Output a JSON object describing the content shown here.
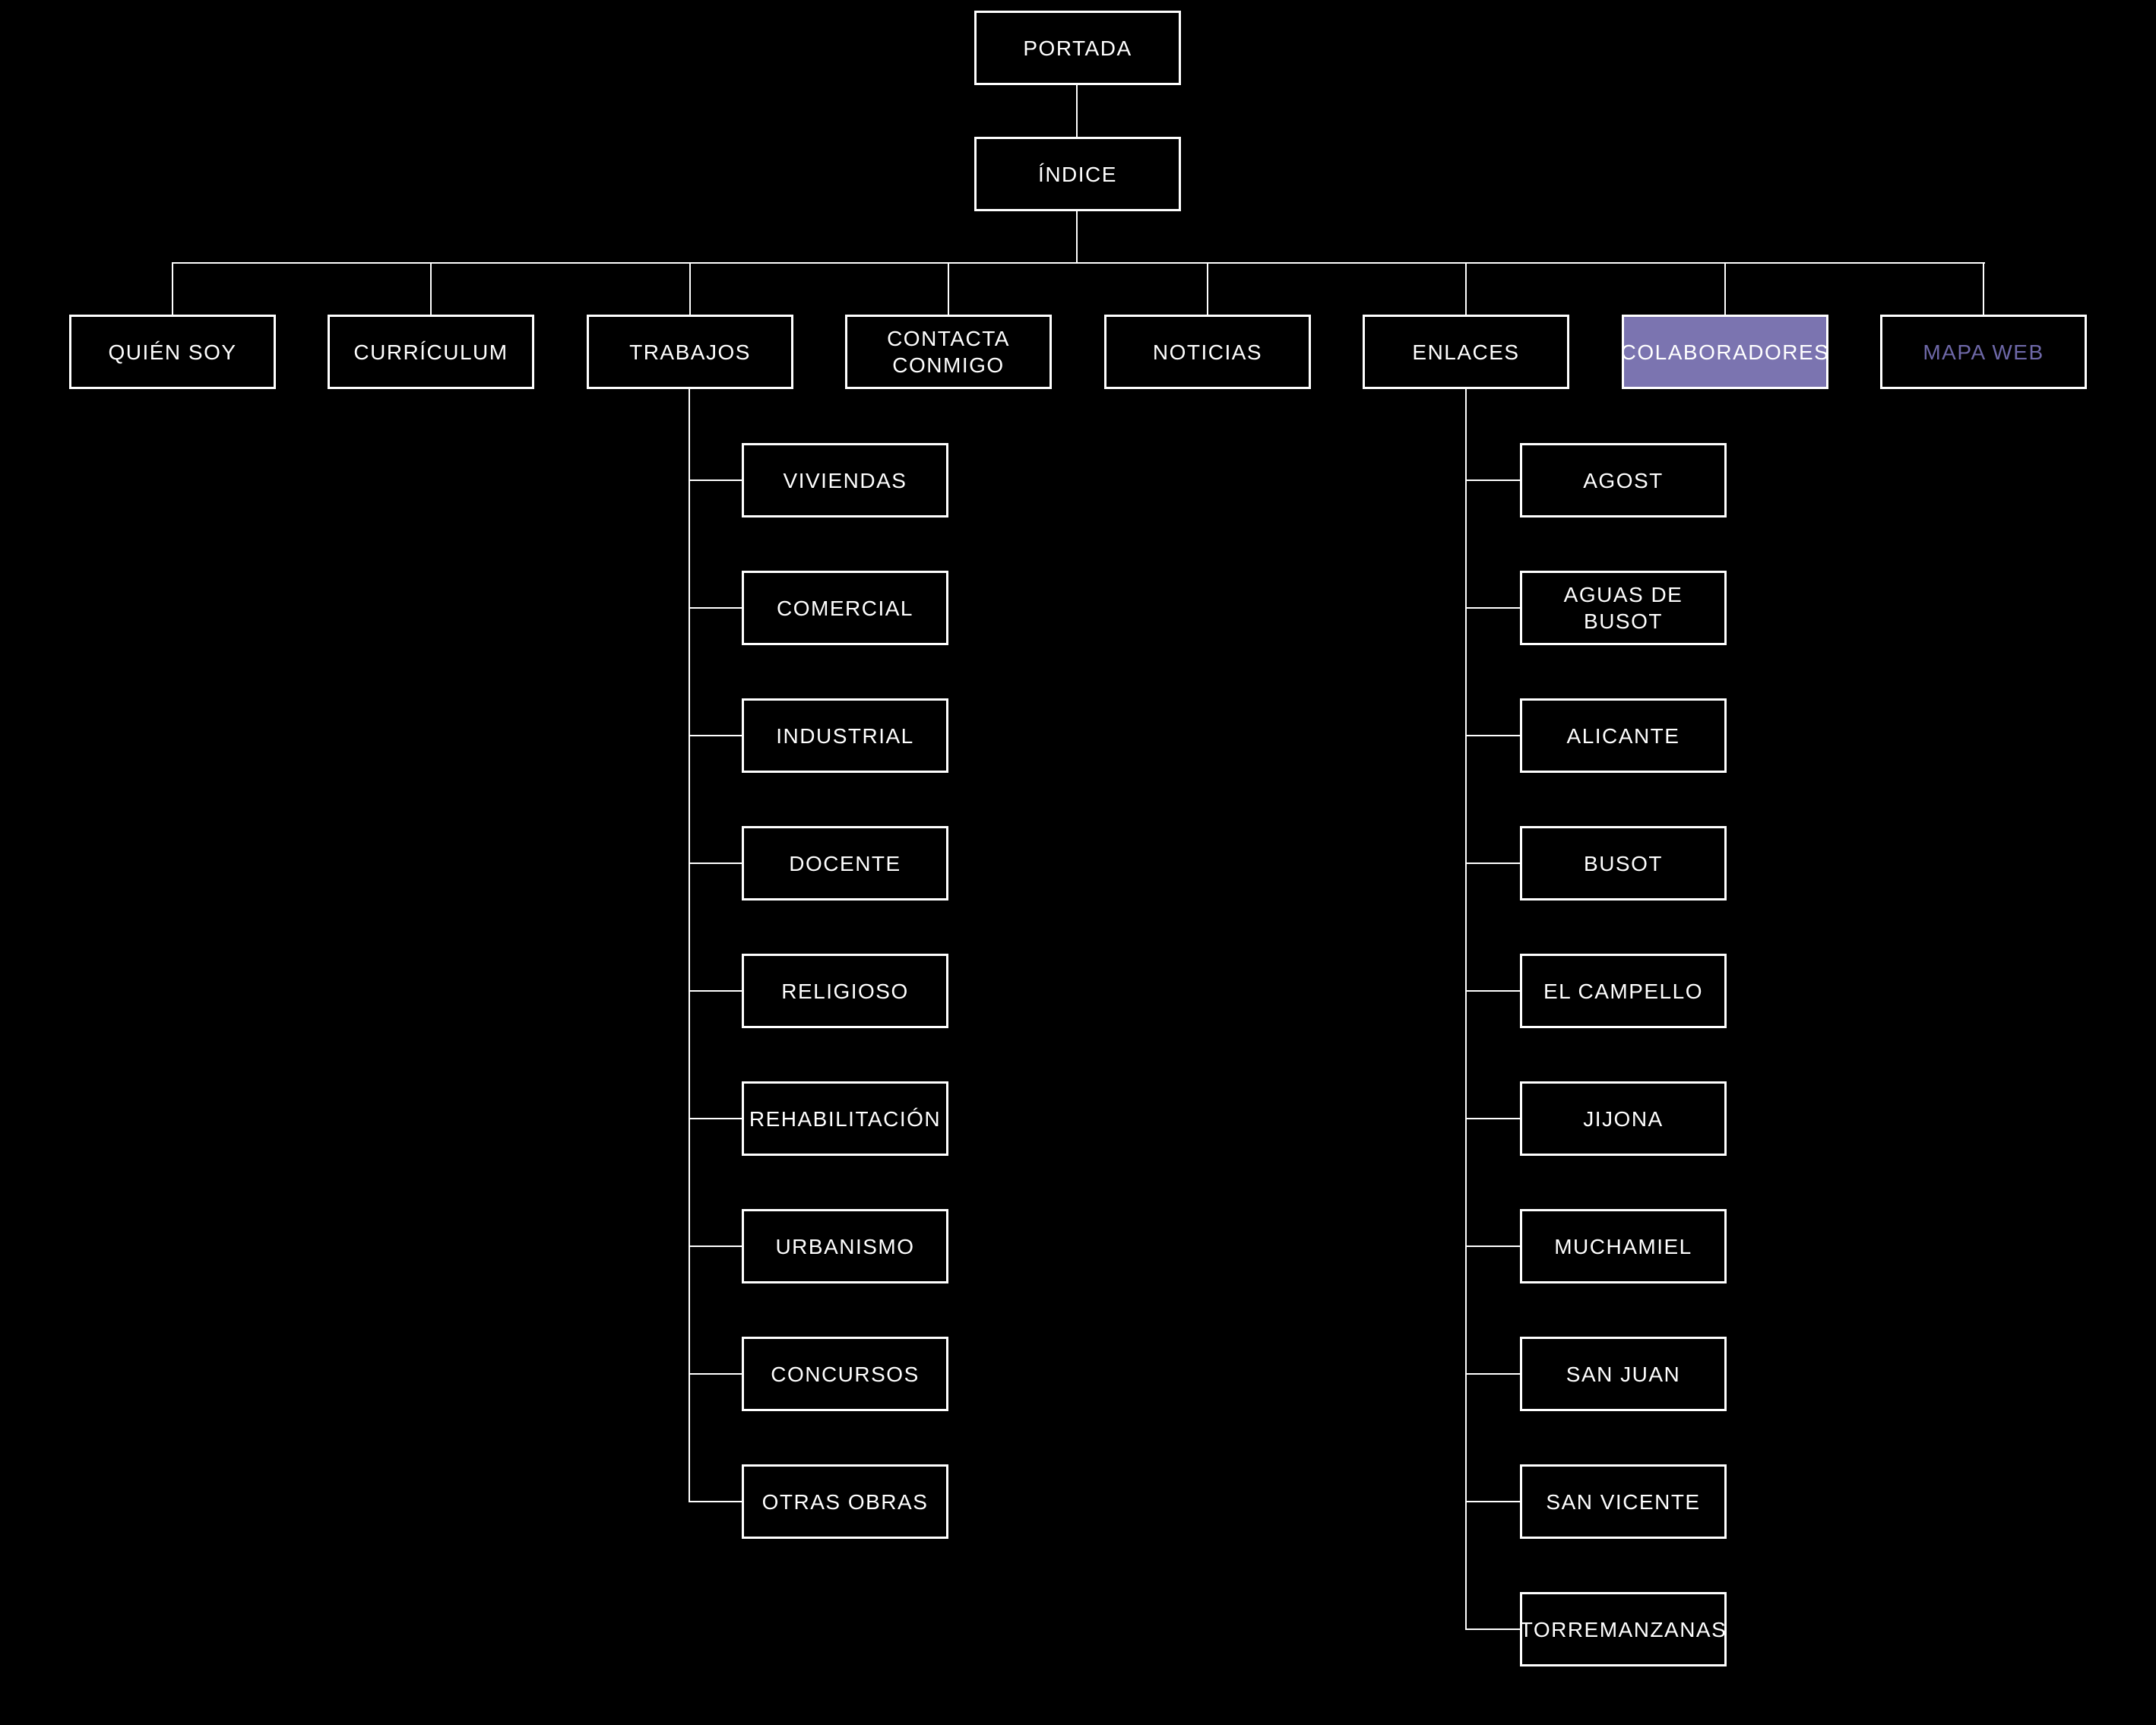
{
  "diagram": {
    "title_semantic": "site map tree",
    "root": "PORTADA",
    "index": "ÍNDICE",
    "main": [
      "QUIÉN SOY",
      "CURRÍCULUM",
      "TRABAJOS",
      "CONTACTA CONMIGO",
      "NOTICIAS",
      "ENLACES",
      "COLABORADORES",
      "MAPA WEB"
    ],
    "trabajos": [
      "VIVIENDAS",
      "COMERCIAL",
      "INDUSTRIAL",
      "DOCENTE",
      "RELIGIOSO",
      "REHABILITACIÓN",
      "URBANISMO",
      "CONCURSOS",
      "OTRAS OBRAS"
    ],
    "enlaces": [
      "AGOST",
      "AGUAS DE BUSOT",
      "ALICANTE",
      "BUSOT",
      "EL CAMPELLO",
      "JIJONA",
      "MUCHAMIEL",
      "SAN JUAN",
      "SAN VICENTE",
      "TORREMANZANAS"
    ],
    "states": {
      "highlighted_node": "COLABORADORES",
      "purple_link_node": "MAPA WEB"
    }
  },
  "colors": {
    "background": "#000000",
    "box_fill": "#000000",
    "box_border": "#ffffff",
    "text": "#ffffff",
    "connector": "#ffffff",
    "highlight_fill": "#7b74b0",
    "purple_link_text": "#6e68a8"
  }
}
